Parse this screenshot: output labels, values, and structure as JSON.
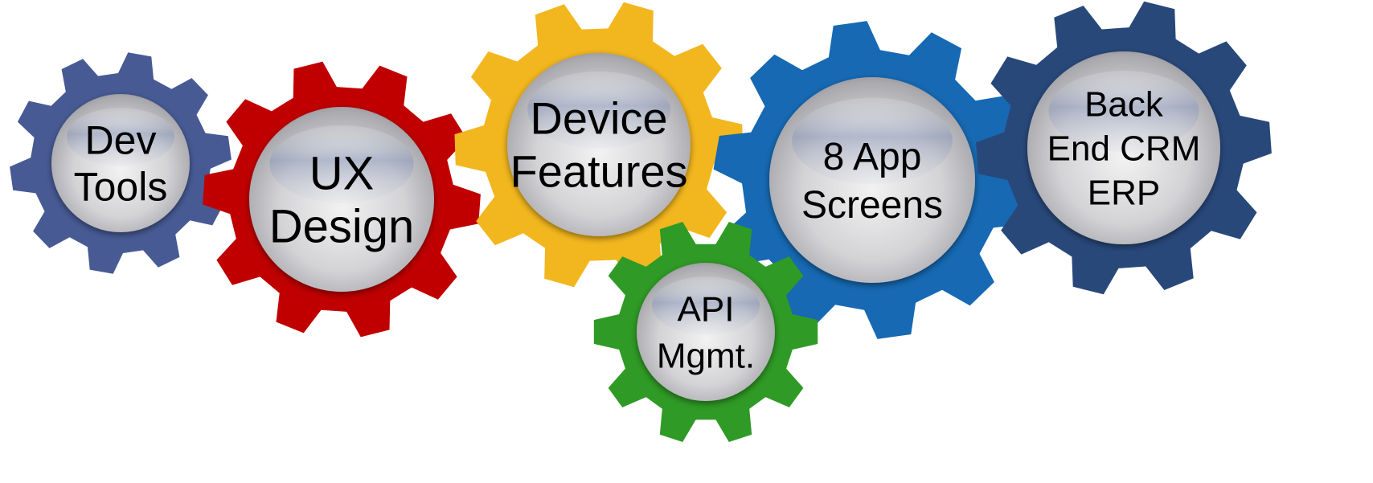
{
  "diagram": {
    "gears": [
      {
        "id": "dev-tools",
        "color": "#475a94",
        "lines": [
          "Dev",
          "Tools"
        ]
      },
      {
        "id": "ux-design",
        "color": "#c00000",
        "lines": [
          "UX",
          "Design"
        ]
      },
      {
        "id": "device-features",
        "color": "#f2b61e",
        "lines": [
          "Device",
          "Features"
        ]
      },
      {
        "id": "api-mgmt",
        "color": "#2f9a25",
        "lines": [
          "API",
          "Mgmt."
        ]
      },
      {
        "id": "app-screens",
        "color": "#1669b2",
        "lines": [
          "8 App",
          "Screens"
        ]
      },
      {
        "id": "back-end",
        "color": "#28487a",
        "lines": [
          "Back",
          "End CRM",
          "ERP"
        ]
      }
    ]
  }
}
